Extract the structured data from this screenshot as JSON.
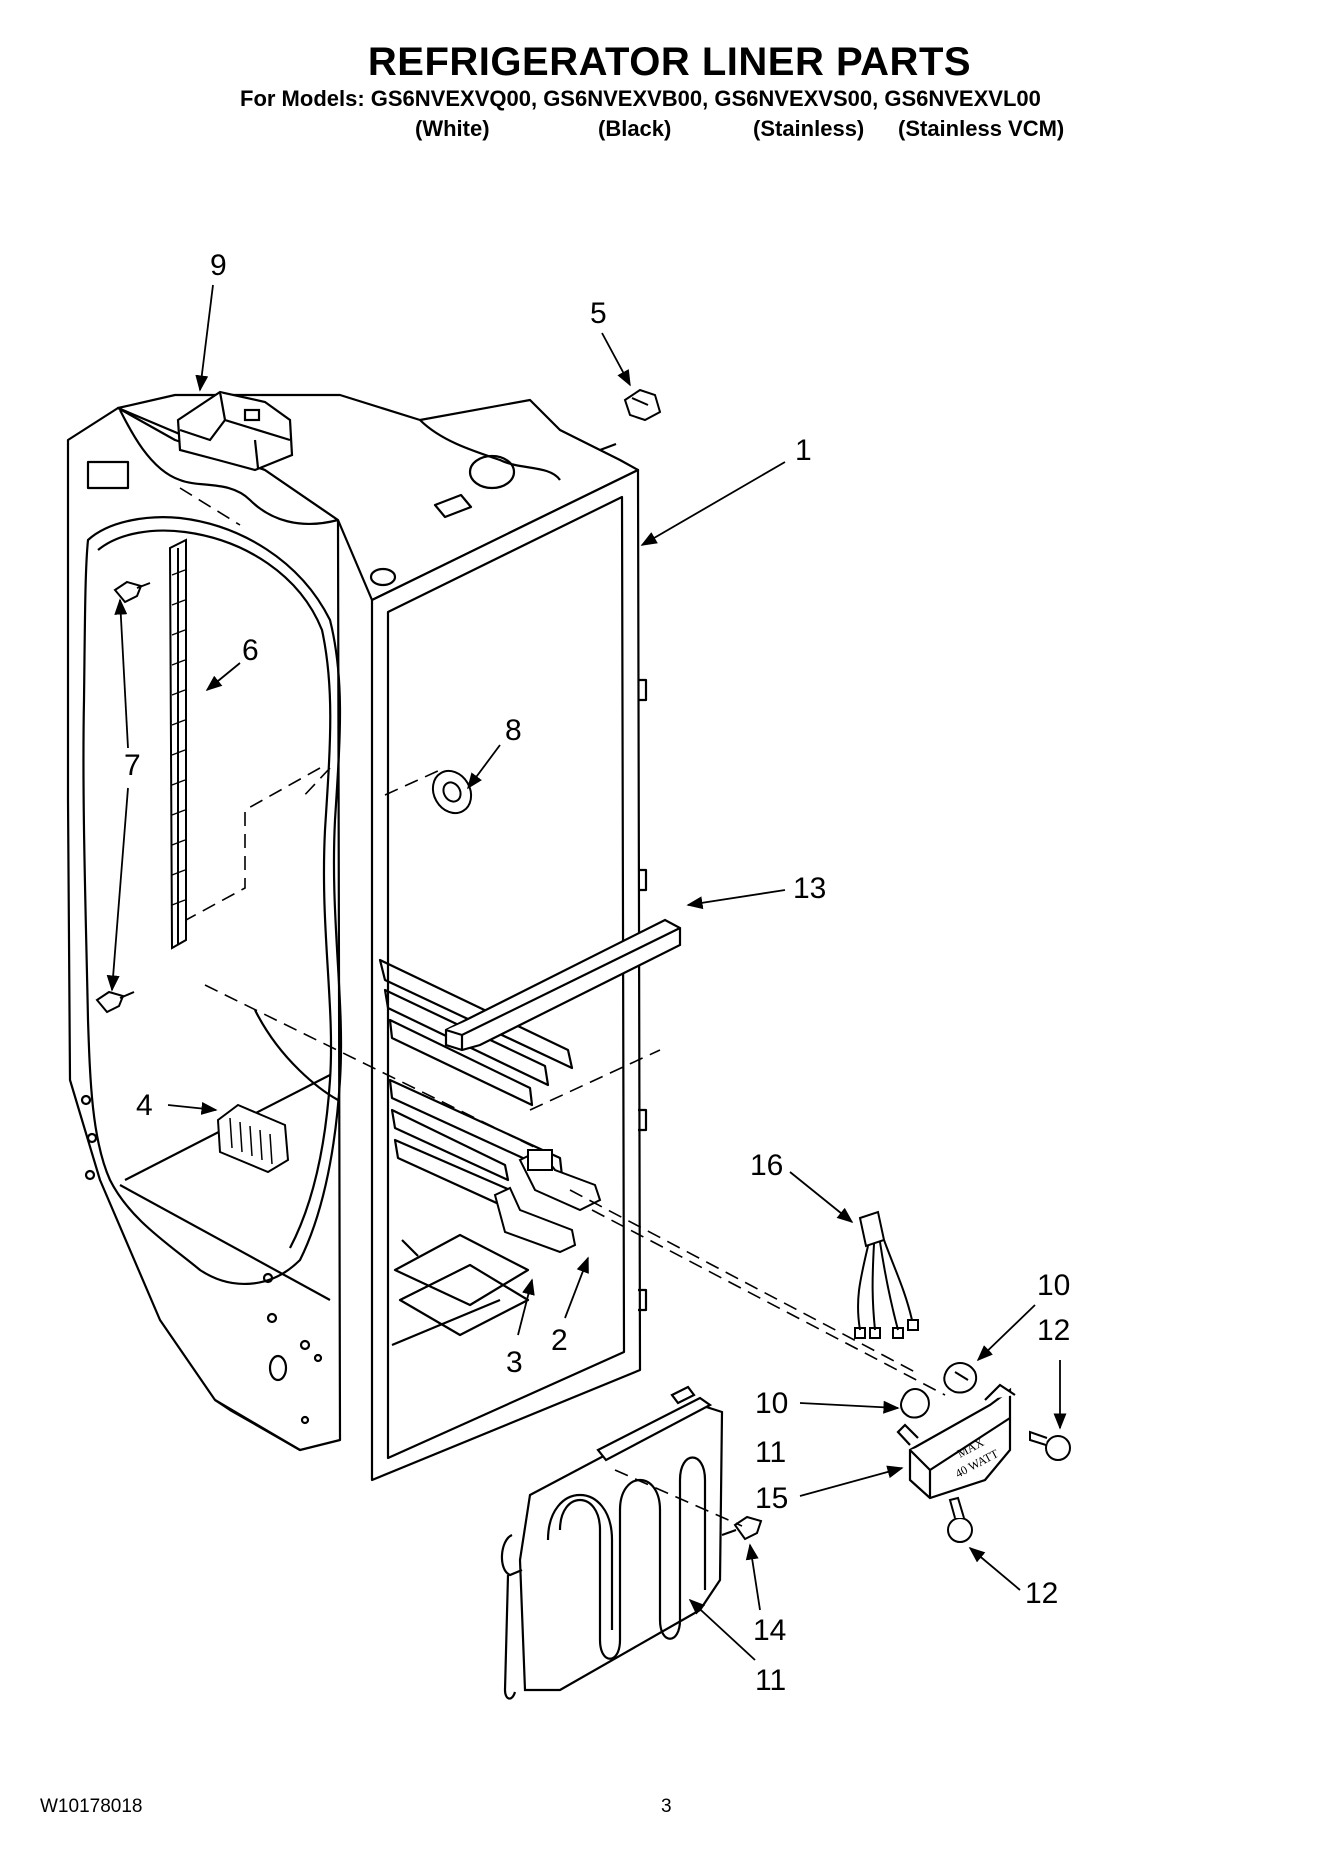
{
  "header": {
    "title": "REFRIGERATOR LINER PARTS",
    "models_line": "For Models: GS6NVEXVQ00, GS6NVEXVB00, GS6NVEXVS00, GS6NVEXVL00",
    "variants": [
      "(White)",
      "(Black)",
      "(Stainless)",
      "(Stainless VCM)"
    ]
  },
  "callouts": {
    "c1": "1",
    "c2": "2",
    "c3": "3",
    "c4": "4",
    "c5": "5",
    "c6": "6",
    "c7": "7",
    "c8": "8",
    "c9": "9",
    "c10a": "10",
    "c10b": "10",
    "c11a": "11",
    "c11b": "11",
    "c12a": "12",
    "c12b": "12",
    "c13": "13",
    "c14": "14",
    "c15": "15",
    "c16": "16"
  },
  "labels": {
    "lamp_max": "MAX",
    "lamp_watt": "40 WATT"
  },
  "footer": {
    "doc_number": "W10178018",
    "page_number": "3"
  }
}
